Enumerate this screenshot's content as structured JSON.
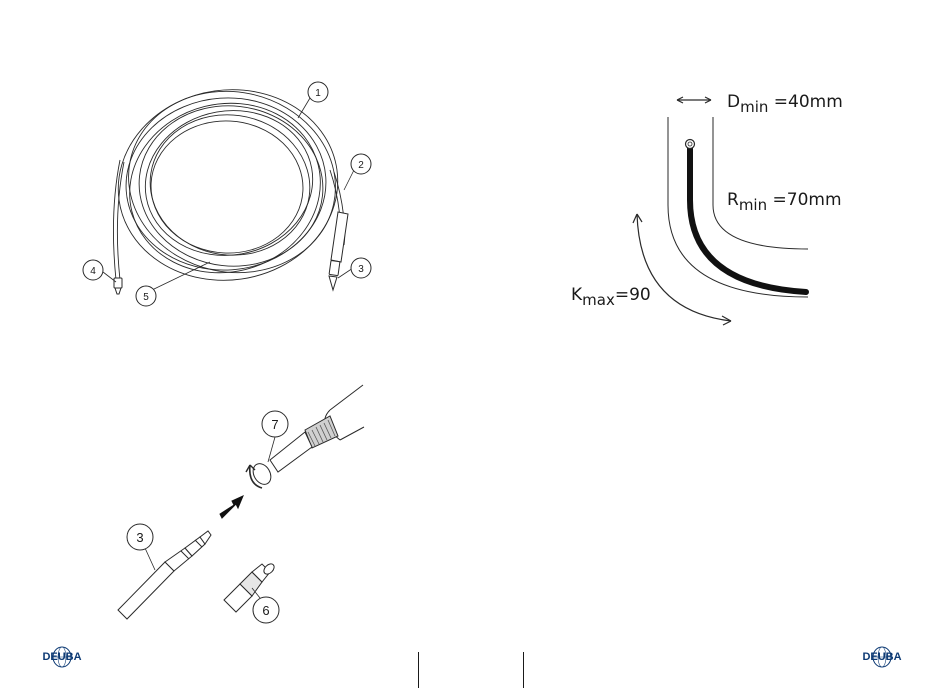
{
  "diagram_hose": {
    "callouts": [
      "1",
      "2",
      "3",
      "4",
      "5"
    ]
  },
  "diagram_bend": {
    "dmin_base": "D",
    "dmin_sub": "min",
    "dmin_value": " =40mm",
    "rmin_base": "R",
    "rmin_sub": "min",
    "rmin_value": " =70mm",
    "kmax_base": "K",
    "kmax_sub": "max",
    "kmax_value": "=90"
  },
  "diagram_connect": {
    "callouts": [
      "7",
      "3",
      "6"
    ]
  },
  "footer": {
    "logo_left": "DEUBA",
    "logo_right": "DEUBA",
    "brand_color": "#0d3a74"
  }
}
